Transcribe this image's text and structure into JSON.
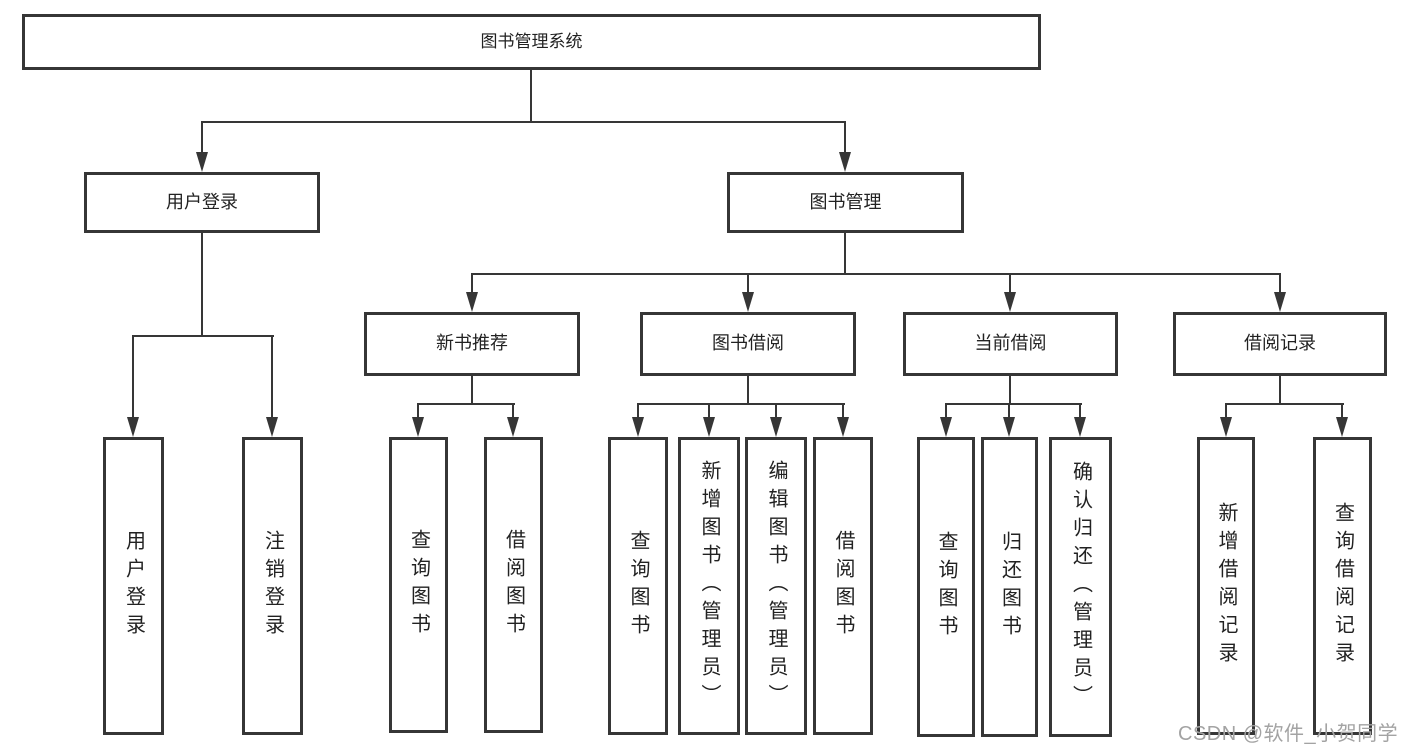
{
  "diagram": {
    "tree": {
      "label": "图书管理系统",
      "children": [
        {
          "label": "用户登录",
          "children": [
            {
              "label": "用户登录"
            },
            {
              "label": "注销登录"
            }
          ]
        },
        {
          "label": "图书管理",
          "children": [
            {
              "label": "新书推荐",
              "children": [
                {
                  "label": "查询图书"
                },
                {
                  "label": "借阅图书"
                }
              ]
            },
            {
              "label": "图书借阅",
              "children": [
                {
                  "label": "查询图书"
                },
                {
                  "label": "新增图书（管理员）"
                },
                {
                  "label": "编辑图书（管理员）"
                },
                {
                  "label": "借阅图书"
                }
              ]
            },
            {
              "label": "当前借阅",
              "children": [
                {
                  "label": "查询图书"
                },
                {
                  "label": "归还图书"
                },
                {
                  "label": "确认归还（管理员）"
                }
              ]
            },
            {
              "label": "借阅记录",
              "children": [
                {
                  "label": "新增借阅记录"
                },
                {
                  "label": "查询借阅记录"
                }
              ]
            }
          ]
        }
      ]
    },
    "watermark": {
      "text": "CSDN @软件_小贺同学"
    },
    "colors": {
      "line": "#363636",
      "text": "#222222",
      "background": "#ffffff",
      "watermark": "#a3a3a3"
    }
  }
}
